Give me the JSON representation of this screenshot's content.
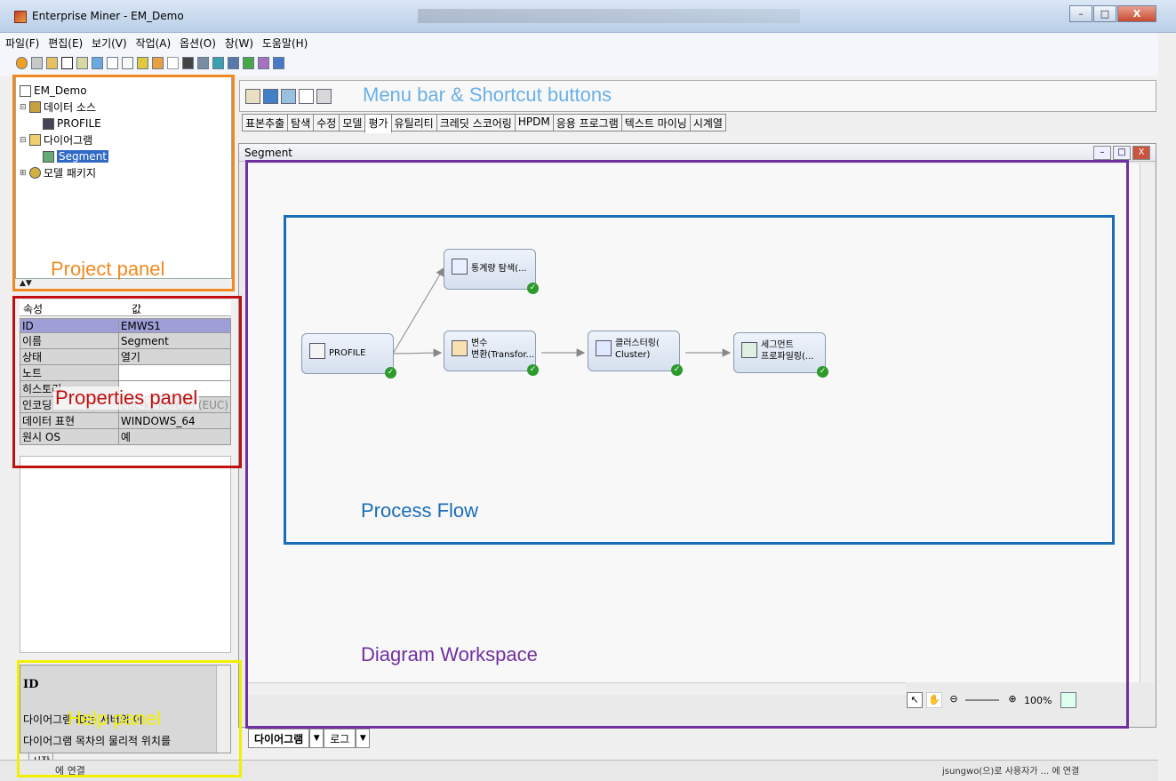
{
  "window": {
    "title": "Enterprise Miner - EM_Demo",
    "controls": [
      "–",
      "□",
      "X"
    ]
  },
  "menu": [
    "파일(F)",
    "편집(E)",
    "보기(V)",
    "작업(A)",
    "옵션(O)",
    "창(W)",
    "도움말(H)"
  ],
  "project": {
    "root": "EM_Demo",
    "items": [
      {
        "label": "데이터 소스"
      },
      {
        "label": "PROFILE"
      },
      {
        "label": "다이어그램"
      },
      {
        "label": "Segment"
      },
      {
        "label": "모델 패키지"
      }
    ]
  },
  "properties": {
    "header_key": "속성",
    "header_value": "값",
    "rows": [
      {
        "key": "ID",
        "value": "EMWS1"
      },
      {
        "key": "이름",
        "value": "Segment"
      },
      {
        "key": "상태",
        "value": "열기"
      },
      {
        "key": "노트",
        "value": ""
      },
      {
        "key": "히스토리",
        "value": ""
      },
      {
        "key": "인코딩",
        "value": "euc-kr  Korean (EUC)"
      },
      {
        "key": "데이터 표현",
        "value": "WINDOWS_64"
      },
      {
        "key": "원시 OS",
        "value": "예"
      }
    ]
  },
  "help": {
    "title": "ID",
    "lines": [
      "다이어그램 ID는 서버의 이",
      "다이어그램 목차의 물리적 위치를"
    ]
  },
  "tabs": [
    "표본추출",
    "탐색",
    "수정",
    "모델",
    "평가",
    "유틸리티",
    "크레딧 스코어링",
    "HPDM",
    "응용 프로그램",
    "텍스트 마이닝",
    "시계열"
  ],
  "active_tab": "평가",
  "diagram_window": {
    "title": "Segment"
  },
  "nodes": {
    "profile": "PROFILE",
    "stats_line1": "통계량 탐색(...",
    "transform_line1": "변수",
    "transform_line2": "변환(Transfor...",
    "cluster_line1": "클러스터링(",
    "cluster_line2": "Cluster)",
    "segment_line1": "세그먼트",
    "segment_line2": "프로파일링(..."
  },
  "zoom": "100%",
  "bottom_tabs": [
    "다이어그램",
    "로그"
  ],
  "status": {
    "start_button": "시작",
    "left": "에 연결",
    "right": "jsungwo(으)로 사용자가 ... 에 연결"
  },
  "annotations": {
    "menu": "Menu bar & Shortcut buttons",
    "project": "Project panel",
    "properties": "Properties panel",
    "help": "Help panel",
    "process": "Process Flow",
    "workspace": "Diagram Workspace"
  },
  "colors": {
    "menu_annotation": "#6ab0e8",
    "project_annotation": "#f08a20",
    "properties_annotation": "#c01010",
    "help_annotation": "#f0f000",
    "process_annotation": "#1a6eb8",
    "workspace_annotation": "#7030a0",
    "selection": "#316ac5",
    "success": "#2c9a2c"
  }
}
